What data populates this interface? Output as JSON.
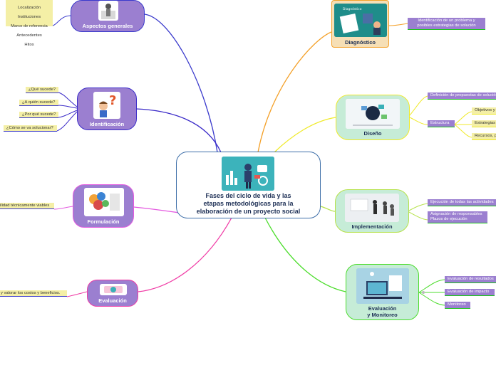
{
  "central": {
    "title": "Fases del ciclo de vida y las\netapas metodológicas para la\nelaboración de un proyecto social"
  },
  "left_nodes": [
    {
      "key": "aspectos",
      "title": "Aspectos generales",
      "leaves": [
        "Localización",
        "Instituciones",
        "Marco de referencia",
        "Antecedentes",
        "Hitos"
      ]
    },
    {
      "key": "identificacion",
      "title": "Identificación",
      "leaves": [
        "¿Qué sucede?",
        "¿A quién sucede?",
        "¿Por qué sucede?",
        "¿Cómo se va solucionar?"
      ]
    },
    {
      "key": "formulacion",
      "title": "Formulación",
      "leaves": [
        "ilidad técnicamente viables"
      ]
    },
    {
      "key": "evaluacion_left",
      "title": "Evaluación",
      "leaves": [
        "y valorar los costos y beneficios."
      ]
    }
  ],
  "right_nodes": [
    {
      "key": "diagnostico",
      "title": "Diagnóstico",
      "leaves": [
        "Identificación de un problema y\nposibles estrategias de solución"
      ]
    },
    {
      "key": "diseno",
      "title": "Diseño",
      "leaves": [
        "Definición de propuestas de solución",
        "Estructura"
      ],
      "sub_leaves": [
        "Objetivos y",
        "Estrategias",
        "Recursos, p"
      ]
    },
    {
      "key": "implementacion",
      "title": "Implementación",
      "leaves": [
        "Ejecución de todas las actividades",
        "Asignación de responsables\nPlazos de ejecución"
      ]
    },
    {
      "key": "evaluacion_monitoreo",
      "title": "Evaluación\ny Monitoreo",
      "leaves": [
        "Evaluación de resultados",
        "Evaluación de impacto",
        "Monitoreo"
      ]
    }
  ],
  "picture_labels": {
    "diagnostico_banner": "Diagnóstico"
  },
  "colors": {
    "central_border": "#3d6ea8",
    "left_node_fill": "#9b7fd0",
    "right_node_fill": "#c6ecd7",
    "diagnostico_node_fill": "#f6dfb6",
    "yellow_leaf": "#f4efa6",
    "purple_leaf": "#9b7fd0",
    "branch_aspectos": "#3a3acc",
    "branch_identificacion": "#3a2ac8",
    "branch_formulacion": "#e45ae0",
    "branch_evaluacion": "#f03ca6",
    "branch_diagnostico": "#f4a12a",
    "branch_diseno": "#f0ea2a",
    "branch_implementacion": "#b6e24a",
    "branch_evaluacion_monitoreo": "#4cdd2c"
  }
}
